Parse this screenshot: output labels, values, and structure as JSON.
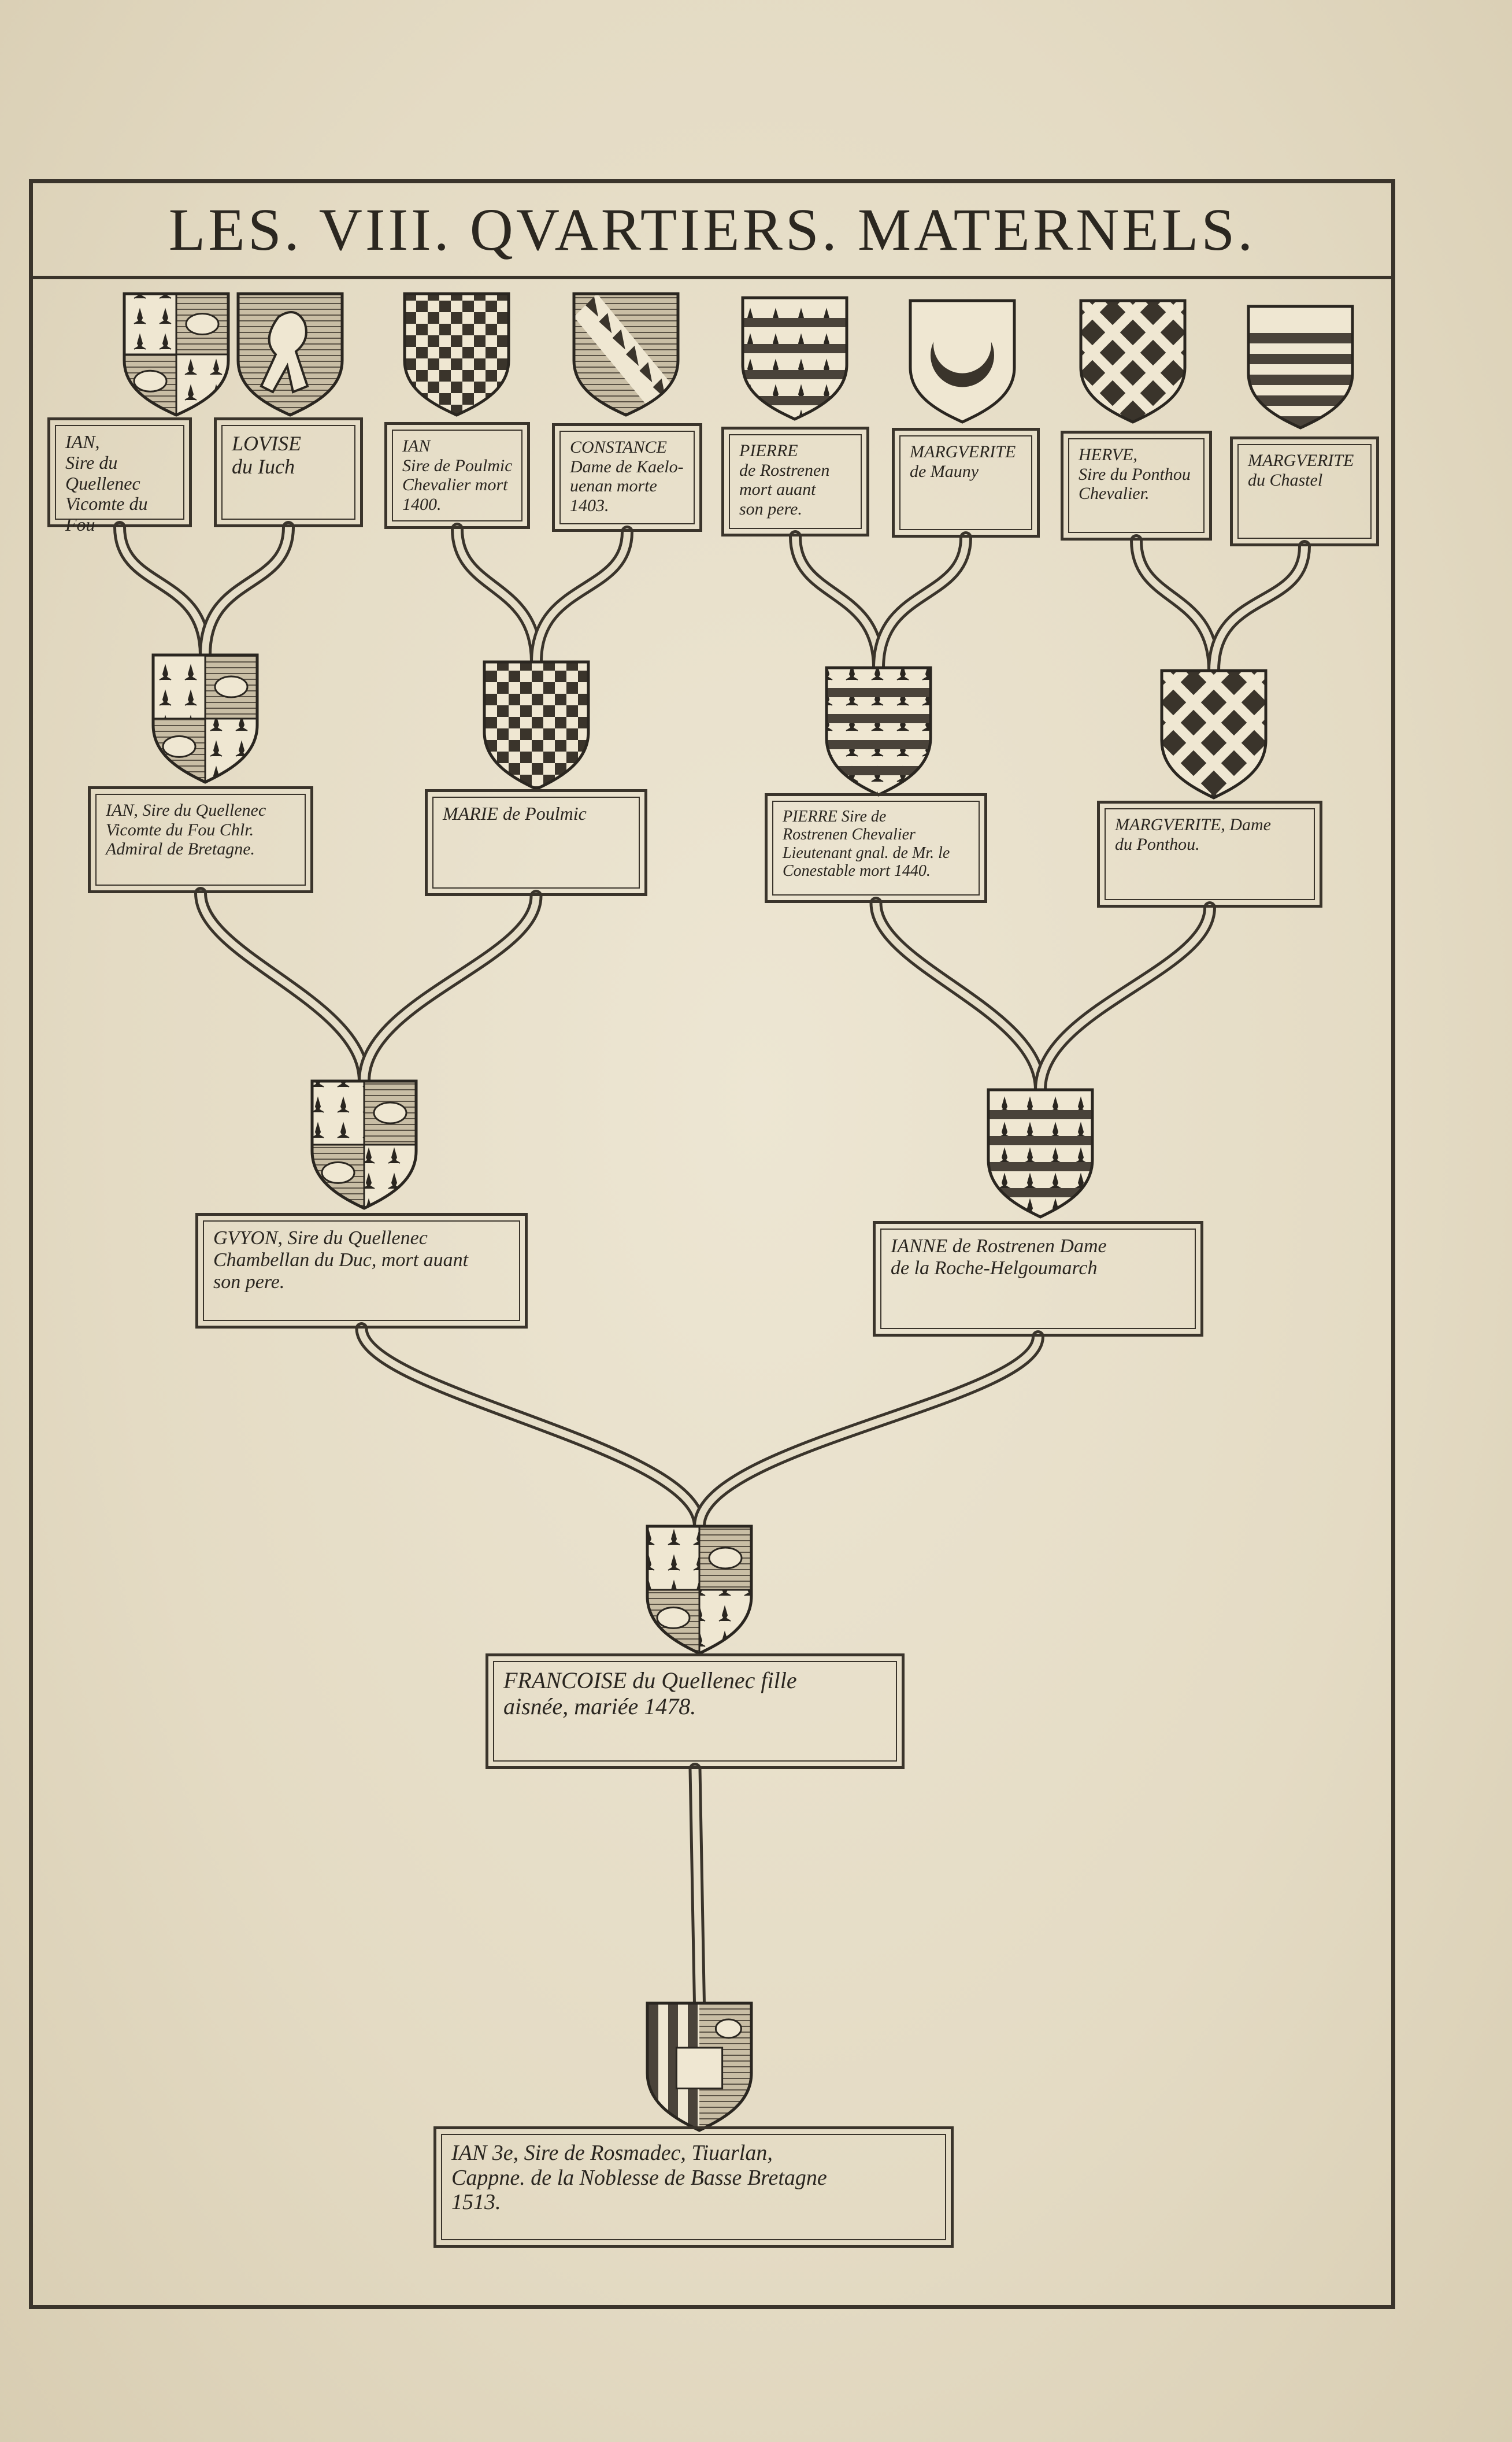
{
  "title": "LES. VIII. QVARTIERS. MATERNELS.",
  "people": [
    {
      "id": "ian1",
      "label": "IAN,\nSire du Quellenec\nVicomte du\nFou"
    },
    {
      "id": "louise",
      "label": "LOVISE\ndu Iuch"
    },
    {
      "id": "ian2",
      "label": "IAN\nSire de Poulmic\nChevalier mort\n1400."
    },
    {
      "id": "constance",
      "label": "CONSTANCE\nDame de Kaelo-\nuenan morte\n1403."
    },
    {
      "id": "pierre1",
      "label": "PIERRE\nde Rostrenen\nmort auant\nson pere."
    },
    {
      "id": "marg1",
      "label": "MARGVERITE\nde Mauny"
    },
    {
      "id": "herve",
      "label": "HERVE,\nSire du Ponthou\nChevalier."
    },
    {
      "id": "marg2",
      "label": "MARGVERITE\ndu Chastel"
    },
    {
      "id": "ian3",
      "label": "IAN, Sire du Quellenec\nVicomte du Fou Chlr.\nAdmiral de Bretagne."
    },
    {
      "id": "marie",
      "label": "MARIE de Poulmic"
    },
    {
      "id": "pierre2",
      "label": "PIERRE Sire de\nRostrenen Chevalier\nLieutenant gnal. de Mr. le\nConestable mort 1440."
    },
    {
      "id": "marg3",
      "label": "MARGVERITE, Dame\ndu Ponthou."
    },
    {
      "id": "guyon",
      "label": "GVYON, Sire du Quellenec\nChambellan du Duc, mort auant\nson pere."
    },
    {
      "id": "ianne",
      "label": "IANNE de Rostrenen Dame\nde la Roche-Helgoumarch"
    },
    {
      "id": "francoise",
      "label": "FRANCOISE du Quellenec fille\naisnée, mariée 1478."
    },
    {
      "id": "ian4",
      "label": "IAN 3e, Sire de Rosmadec, Tiuarlan,\nCappne. de la Noblesse de Basse Bretagne\n1513."
    }
  ],
  "shields": [
    {
      "id": "s-ian1",
      "pattern": "quartered-ermine-lion"
    },
    {
      "id": "s-louise",
      "pattern": "lion-rampant"
    },
    {
      "id": "s-ian2",
      "pattern": "checky"
    },
    {
      "id": "s-constance",
      "pattern": "bend-indented"
    },
    {
      "id": "s-pierre1",
      "pattern": "barry-ermine"
    },
    {
      "id": "s-marg1",
      "pattern": "crescent"
    },
    {
      "id": "s-herve",
      "pattern": "fretty"
    },
    {
      "id": "s-marg2",
      "pattern": "barry"
    },
    {
      "id": "s-ian3",
      "pattern": "quartered-ermine-lion"
    },
    {
      "id": "s-marie",
      "pattern": "checky"
    },
    {
      "id": "s-pierre2",
      "pattern": "barry-ermine"
    },
    {
      "id": "s-marg3",
      "pattern": "fretty"
    },
    {
      "id": "s-guyon",
      "pattern": "quartered-ermine-lion"
    },
    {
      "id": "s-ianne",
      "pattern": "barry-ermine"
    },
    {
      "id": "s-francoise",
      "pattern": "quartered-ermine-lion"
    },
    {
      "id": "s-ian4",
      "pattern": "paly-lion"
    }
  ]
}
